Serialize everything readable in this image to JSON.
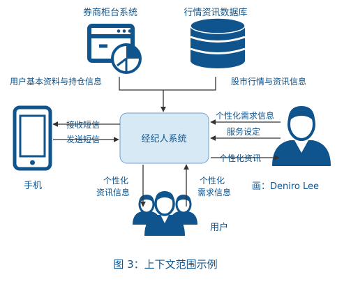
{
  "colors": {
    "primary": "#0f548c",
    "line": "#333333",
    "box_fill": "#d8e9f6",
    "box_stroke": "#6f9fcf",
    "caption": "#0f548c"
  },
  "nodes": {
    "broker_system": {
      "label": "券商柜台系统",
      "icon": "browser-window-pie-chart-icon"
    },
    "market_db": {
      "label": "行情资讯数据库",
      "icon": "database-icon"
    },
    "agent_system": {
      "label": "经纪人系统"
    },
    "phone": {
      "label": "手机",
      "icon": "smartphone-icon"
    },
    "client": {
      "label": "画：Deniro Lee",
      "icon": "person-icon"
    },
    "users": {
      "label": "用户",
      "icon": "user-group-icon"
    }
  },
  "edges": {
    "user_profile": "用户基本资料与持仓信息",
    "stock_info": "股市行情与资讯信息",
    "receive_sms": "接收短信",
    "send_sms": "发送短信",
    "personal_need": "个性化需求信息",
    "service_setting": "服务设定",
    "personal_news": "个性化资讯",
    "users_news_l1": "个性化",
    "users_news_l2": "资讯信息",
    "users_need_l1": "个性化",
    "users_need_l2": "需求信息"
  },
  "caption": "图 3：上下文范围示例"
}
